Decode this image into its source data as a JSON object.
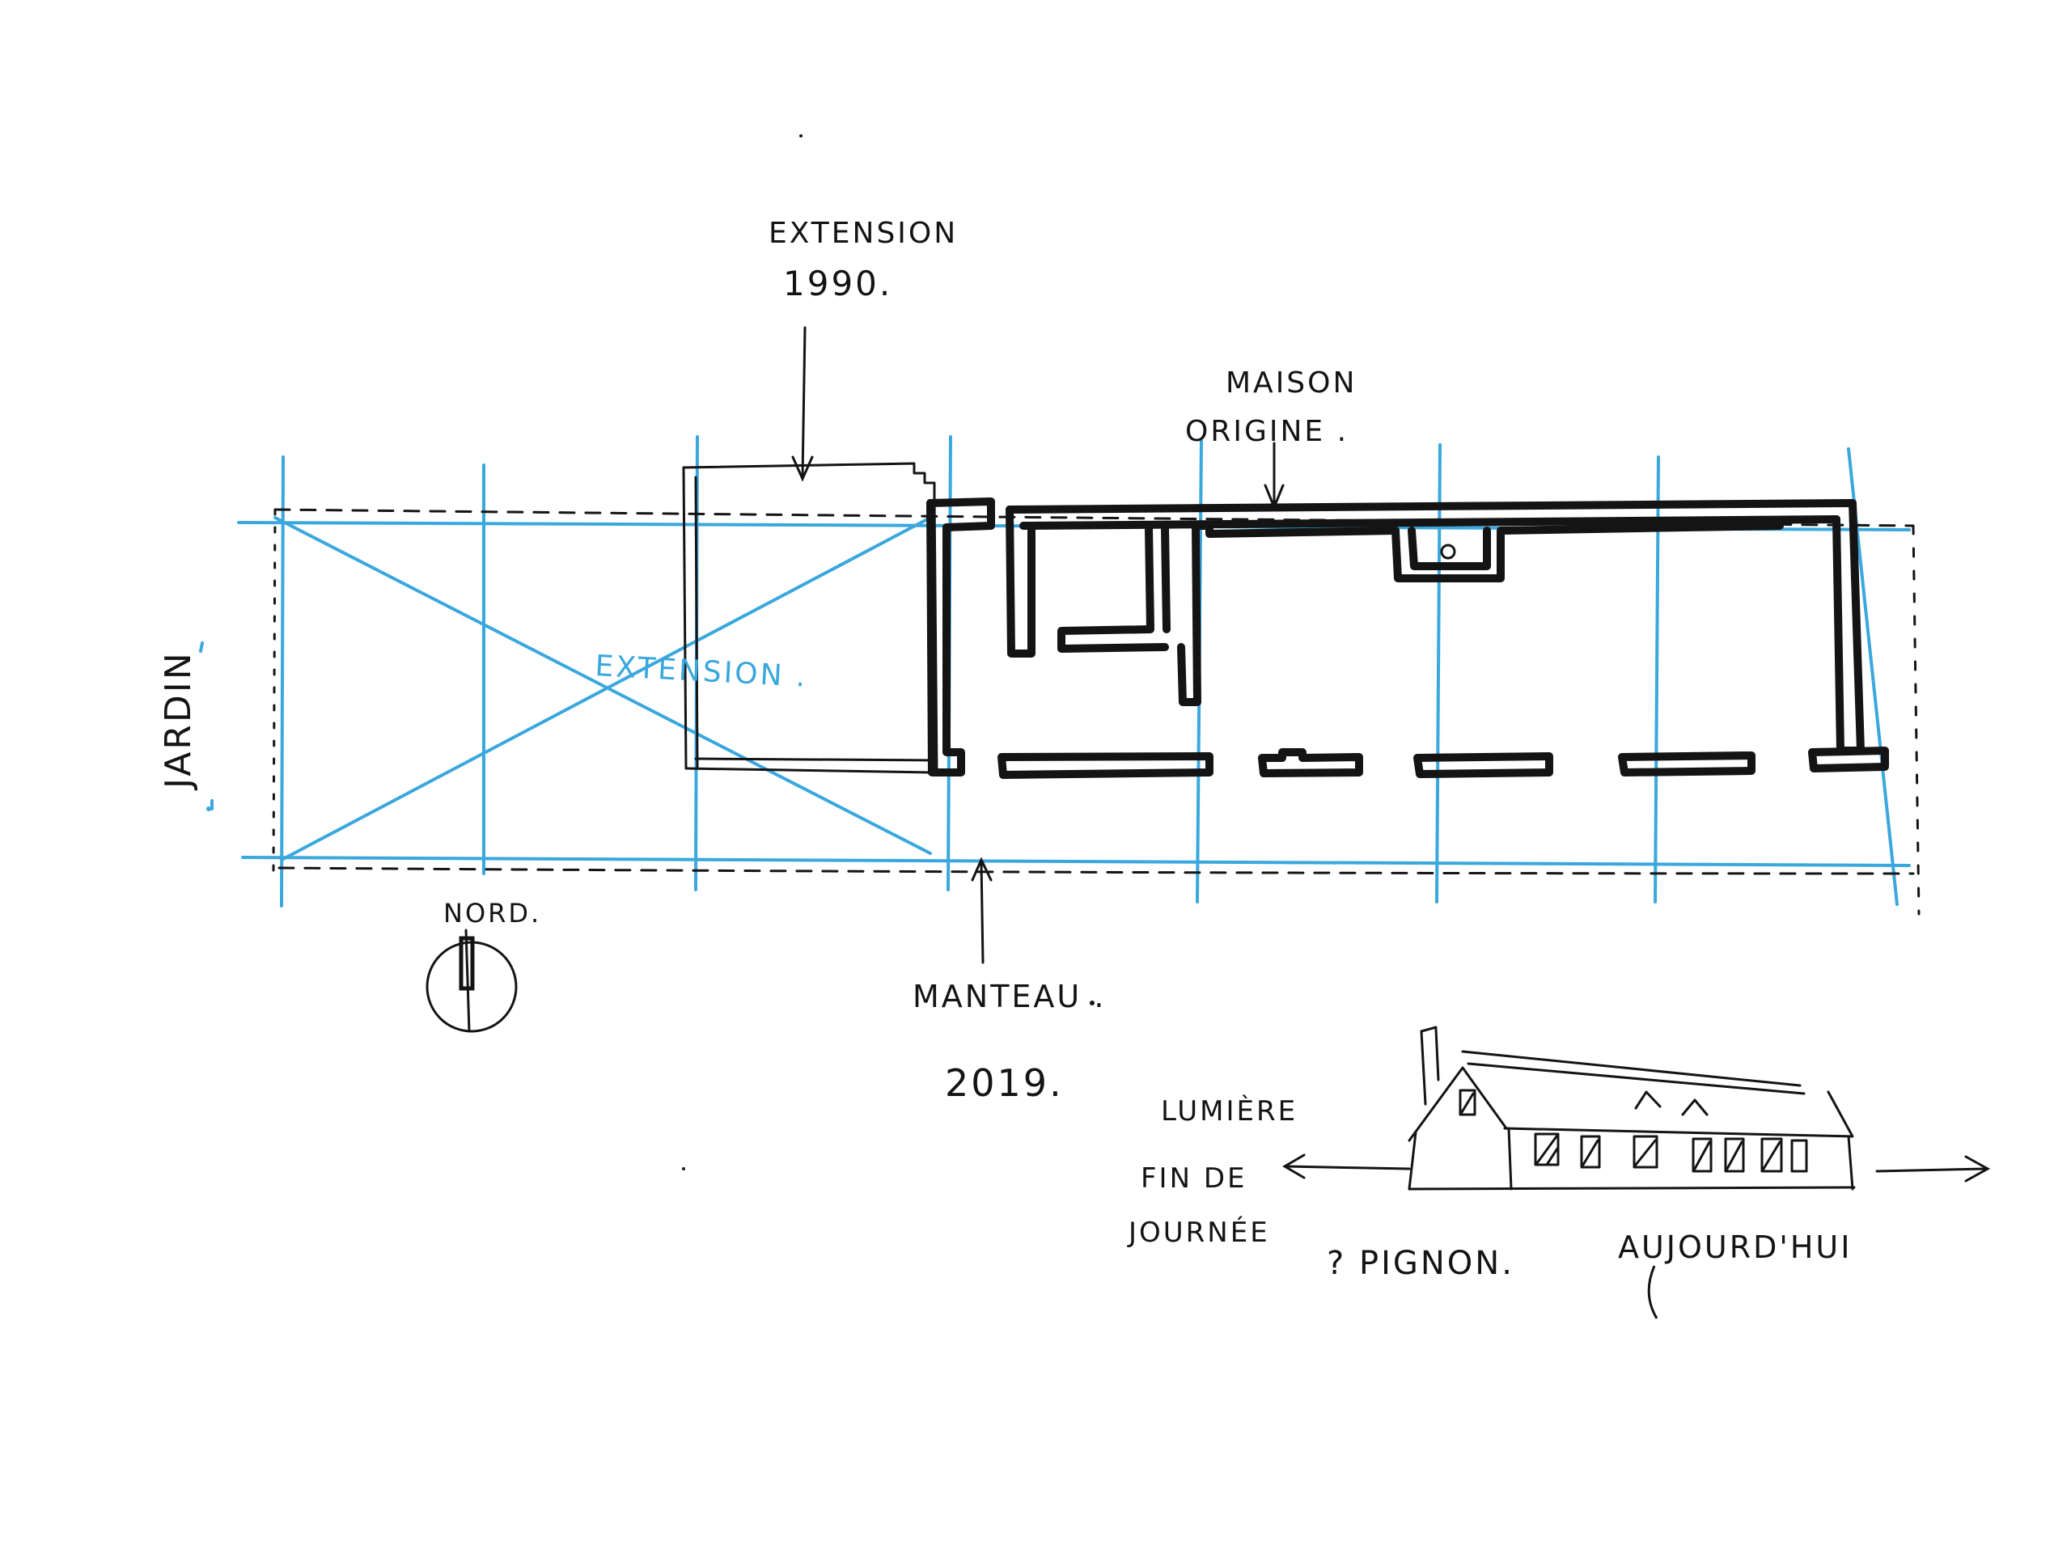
{
  "colors": {
    "ink": "#141414",
    "blue": "#3aa7dd",
    "paper": "#ffffff"
  },
  "labels": {
    "extension_1990_line1": "EXTENSION",
    "extension_1990_line2": "1990.",
    "maison_line1": "MAISON",
    "maison_line2": "ORIGINE .",
    "jardin": "JARDIN",
    "extension_blue": "EXTENSION .",
    "nord": "NORD.",
    "manteau_line1": "MANTEAU .",
    "manteau_line2": "2019.",
    "lumiere": "LUMIÈRE",
    "fin_line1": "FIN DE",
    "fin_line2": "JOURNÉE",
    "pignon": "? PIGNON.",
    "aujourdhui": "AUJOURD'HUI"
  },
  "icons": {
    "north": "north-arrow-icon",
    "arrow_right": "arrow-right-icon",
    "arrow_left": "arrow-left-icon",
    "arrow_down": "arrow-down-icon",
    "arrow_up": "arrow-up-icon"
  }
}
